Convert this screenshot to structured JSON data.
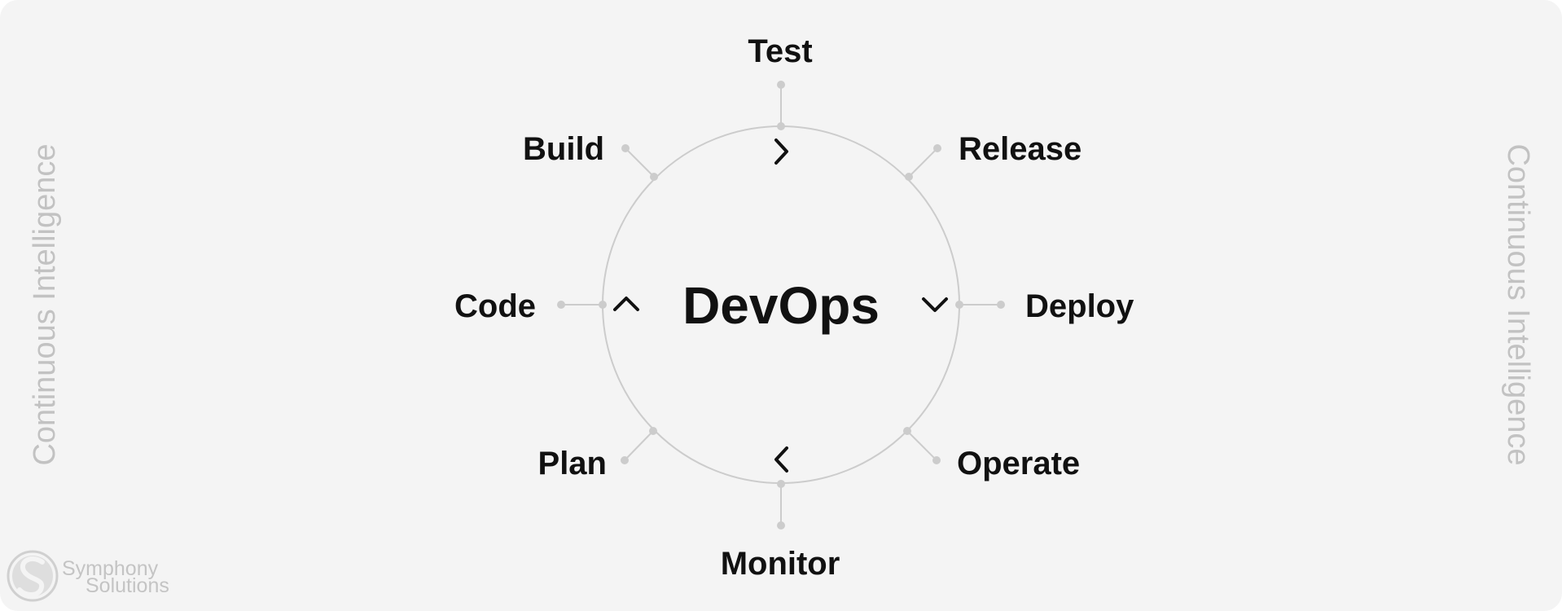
{
  "diagram": {
    "center_title": "DevOps",
    "stages": [
      {
        "label": "Test"
      },
      {
        "label": "Release"
      },
      {
        "label": "Deploy"
      },
      {
        "label": "Operate"
      },
      {
        "label": "Monitor"
      },
      {
        "label": "Plan"
      },
      {
        "label": "Code"
      },
      {
        "label": "Build"
      }
    ],
    "side_text_left": "Continuous Intelligence",
    "side_text_right": "Continuous Intelligence"
  },
  "logo": {
    "line1": "Symphony",
    "line2": "Solutions"
  },
  "colors": {
    "background": "#f4f4f4",
    "circle_stroke": "#cccccc",
    "connector": "#cccccc",
    "label": "#111111",
    "side_text": "#c2c2c2"
  }
}
